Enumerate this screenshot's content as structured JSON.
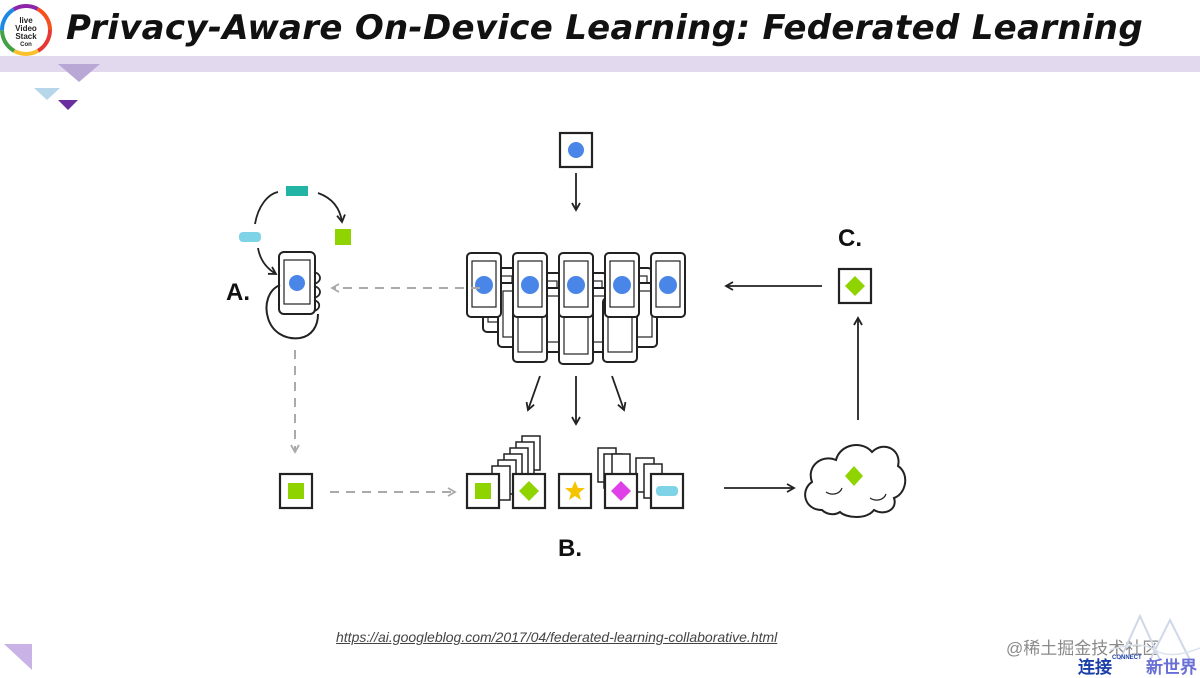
{
  "header": {
    "title": "Privacy-Aware On-Device Learning: Federated Learning",
    "logo_text": [
      "live",
      "Video",
      "Stack",
      "Con"
    ],
    "accent_color": "#e3d9ef"
  },
  "diagram": {
    "labels": {
      "a": "A.",
      "b": "B.",
      "c": "C."
    }
  },
  "footer": {
    "source_url": "https://ai.googleblog.com/2017/04/federated-learning-collaborative.html",
    "watermark": "@稀土掘金技术社区",
    "brand_left": "连接",
    "brand_small": "CONNECT",
    "brand_right": "新世界"
  },
  "colors": {
    "blue": "#4a86e8",
    "green": "#8fd400",
    "teal": "#22b5a5",
    "cyan": "#7fd3e6",
    "magenta": "#e040e8",
    "yellow": "#f5c400"
  }
}
